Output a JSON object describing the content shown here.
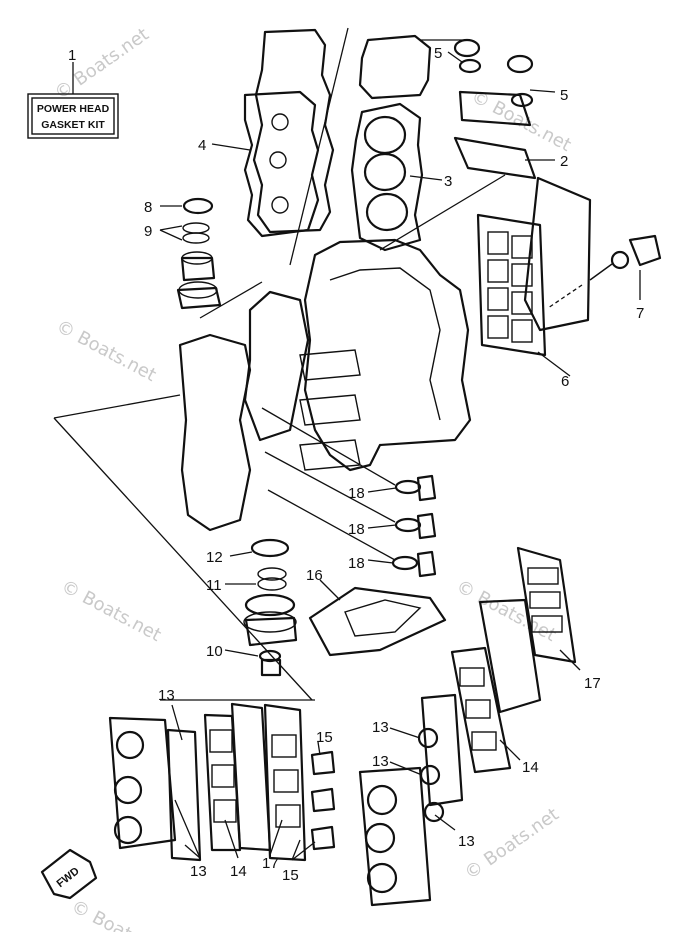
{
  "kit_label": {
    "line1": "POWER HEAD",
    "line2": "GASKET KIT"
  },
  "fwd_label": "FWD",
  "watermark": "© Boats.net",
  "callouts": {
    "c1": "1",
    "c2": "2",
    "c3": "3",
    "c4": "4",
    "c5a": "5",
    "c5b": "5",
    "c6": "6",
    "c7": "7",
    "c8": "8",
    "c9": "9",
    "c10": "10",
    "c11": "11",
    "c12": "12",
    "c13a": "13",
    "c13b": "13",
    "c13c": "13",
    "c13d": "13",
    "c13e": "13",
    "c14a": "14",
    "c14b": "14",
    "c15a": "15",
    "c15b": "15",
    "c16": "16",
    "c17a": "17",
    "c17b": "17",
    "c18a": "18",
    "c18b": "18",
    "c18c": "18"
  }
}
